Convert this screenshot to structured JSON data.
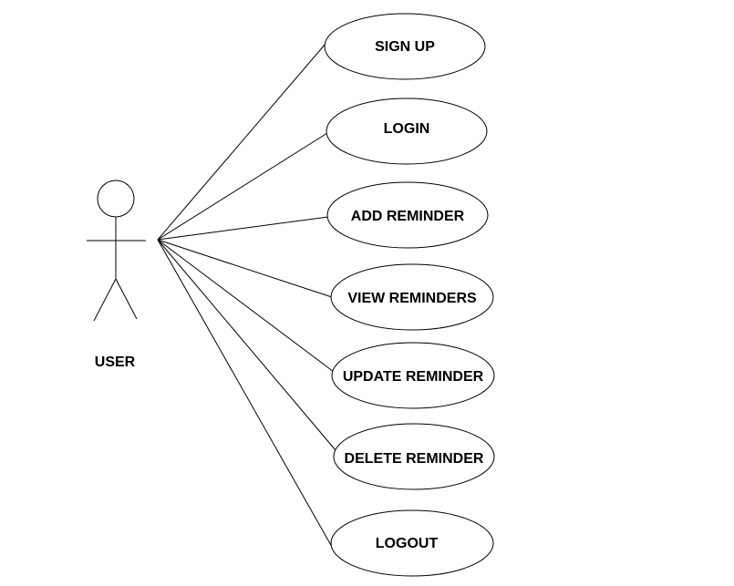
{
  "diagram": {
    "type": "use-case",
    "actor": {
      "label": "USER",
      "icon": "stick-figure-icon"
    },
    "use_cases": [
      {
        "id": "sign-up",
        "label": "SIGN UP"
      },
      {
        "id": "login",
        "label": "LOGIN"
      },
      {
        "id": "add-reminder",
        "label": "ADD REMINDER"
      },
      {
        "id": "view-reminders",
        "label": "VIEW REMINDERS"
      },
      {
        "id": "update-reminder",
        "label": "UPDATE REMINDER"
      },
      {
        "id": "delete-reminder",
        "label": "DELETE REMINDER"
      },
      {
        "id": "logout",
        "label": "LOGOUT"
      }
    ],
    "associations": [
      {
        "from": "actor",
        "to": "sign-up"
      },
      {
        "from": "actor",
        "to": "login"
      },
      {
        "from": "actor",
        "to": "add-reminder"
      },
      {
        "from": "actor",
        "to": "view-reminders"
      },
      {
        "from": "actor",
        "to": "update-reminder"
      },
      {
        "from": "actor",
        "to": "delete-reminder"
      },
      {
        "from": "actor",
        "to": "logout"
      }
    ],
    "colors": {
      "stroke": "#000000",
      "background": "#ffffff",
      "text": "#000000"
    }
  }
}
